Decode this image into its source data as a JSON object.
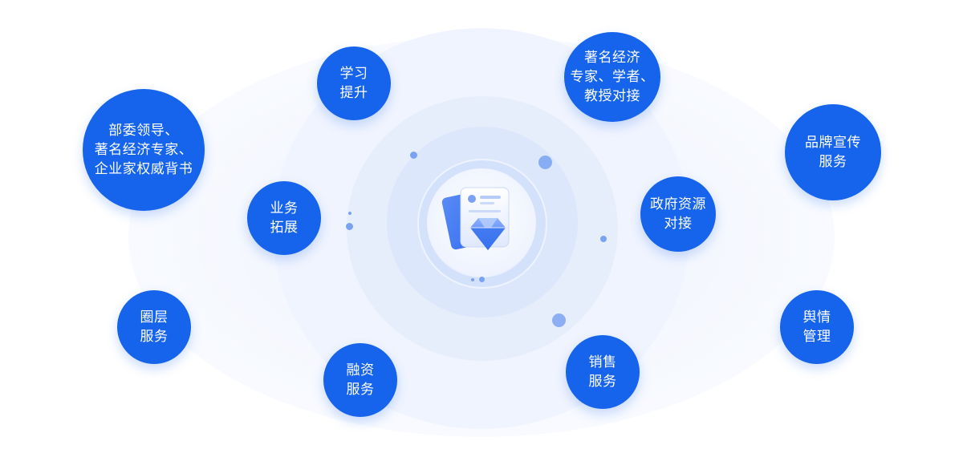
{
  "center": {
    "icon": "document-diamond-icon"
  },
  "nodes": [
    {
      "id": "leaders",
      "lines": [
        "部委领导、",
        "著名经济专家、",
        "企业家权威背书"
      ]
    },
    {
      "id": "learning",
      "lines": [
        "学习",
        "提升"
      ]
    },
    {
      "id": "experts",
      "lines": [
        "著名经济",
        "专家、学者、",
        "教授对接"
      ]
    },
    {
      "id": "brand",
      "lines": [
        "品牌宣传",
        "服务"
      ]
    },
    {
      "id": "business",
      "lines": [
        "业务",
        "拓展"
      ]
    },
    {
      "id": "government",
      "lines": [
        "政府资源",
        "对接"
      ]
    },
    {
      "id": "circle",
      "lines": [
        "圈层",
        "服务"
      ]
    },
    {
      "id": "opinion",
      "lines": [
        "舆情",
        "管理"
      ]
    },
    {
      "id": "financing",
      "lines": [
        "融资",
        "服务"
      ]
    },
    {
      "id": "sales",
      "lines": [
        "销售",
        "服务"
      ]
    }
  ],
  "colors": {
    "node": "#1663ec",
    "dot": "#7aa2f3",
    "halo": "#eef3fd"
  }
}
